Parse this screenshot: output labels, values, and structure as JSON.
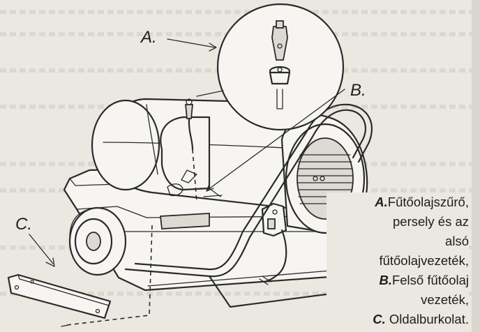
{
  "callouts": {
    "a": "A.",
    "b": "B.",
    "c": "C."
  },
  "caption": {
    "a_key": "A.",
    "a_line1": "Fűtőolajszűrő,",
    "a_line2": "persely és az",
    "a_line3": "alsó",
    "a_line4": "fűtőolajvezeték,",
    "b_key": "B.",
    "b_line1": "Felső fűtőolaj",
    "b_line2": "vezeték,",
    "c_key": "C.",
    "c_line1": " Oldalburkolat."
  },
  "colors": {
    "ink": "#2a2a2a",
    "paper": "#ebe8e1"
  }
}
